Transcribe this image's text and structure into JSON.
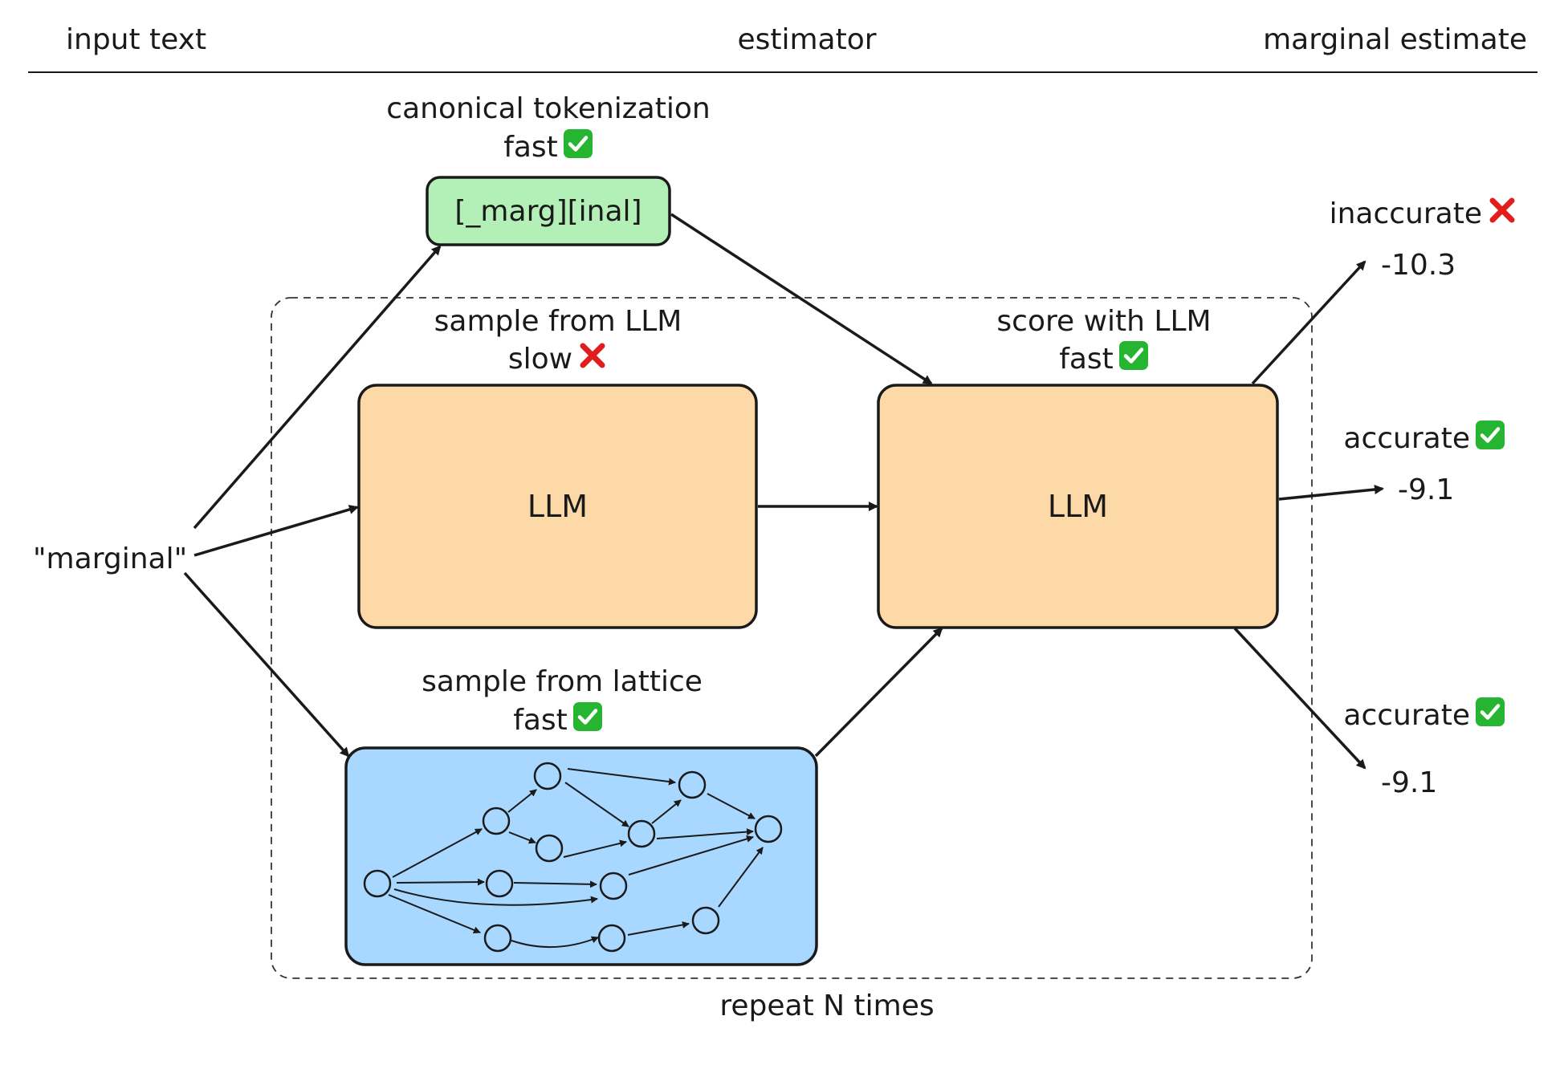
{
  "header": {
    "input_col": "input text",
    "estimator_col": "estimator",
    "output_col": "marginal estimate"
  },
  "input": {
    "text": "\"marginal\""
  },
  "canonical": {
    "title": "canonical tokenization",
    "speed": "fast",
    "tokens": "[_marg][inal]"
  },
  "sample_llm": {
    "title": "sample from LLM",
    "speed": "slow",
    "node": "LLM"
  },
  "score_llm": {
    "title": "score with LLM",
    "speed": "fast",
    "node": "LLM"
  },
  "sample_lattice": {
    "title": "sample from lattice",
    "speed": "fast"
  },
  "repeat": {
    "label": "repeat N times"
  },
  "outputs": [
    {
      "quality": "inaccurate",
      "value": "-10.3"
    },
    {
      "quality": "accurate",
      "value": "-9.1"
    },
    {
      "quality": "accurate",
      "value": "-9.1"
    }
  ],
  "colors": {
    "canonical_fill": "#b3f0b8",
    "llm_fill": "#fdd9a7",
    "lattice_fill": "#a8d8ff",
    "check": "#26b530",
    "cross": "#e11d1d"
  }
}
